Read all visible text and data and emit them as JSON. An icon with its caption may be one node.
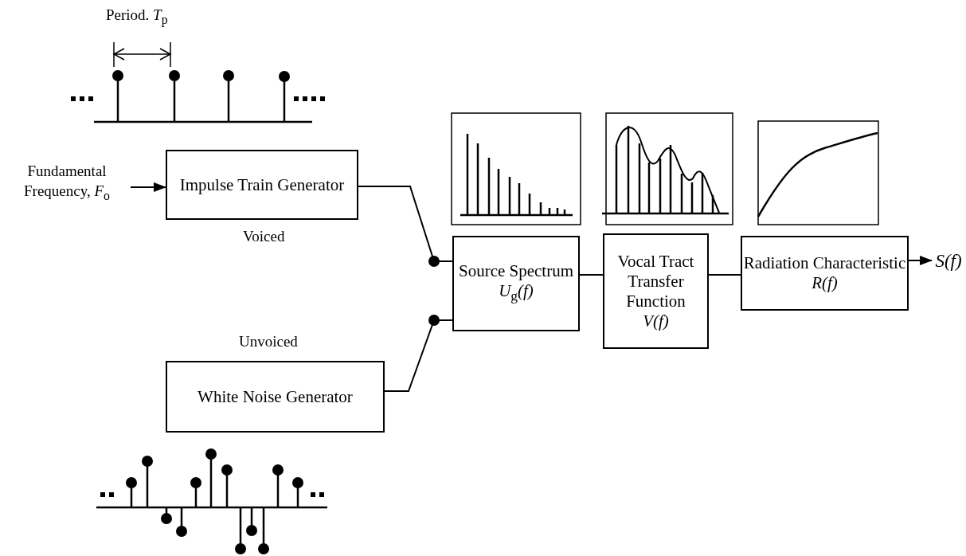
{
  "diagram": {
    "nodes": [
      {
        "text": [
          "Fundamental Frequency, *F*$_{o}$"
        ]
      },
      {
        "text": [
          "Impulse Train Generator"
        ],
        "beside": [
          "Voiced"
        ]
      },
      {
        "text": [
          "White Noise Generator"
        ],
        "beside": [
          "Unvoiced"
        ]
      },
      {
        "text": [
          "Source Spectrum",
          "*U*$_{g}$*(f)*"
        ]
      },
      {
        "text": [
          "Vocal Tract Transfer Function",
          "V(f)"
        ]
      },
      {
        "text": [
          "Radiation Characteristic",
          "R(f)"
        ]
      },
      {
        "text": [
          "S(f)"
        ]
      }
    ],
    "edges": [
      {
        "from": 0,
        "to": 1,
        "arrow": "to"
      },
      {
        "from": 1,
        "to": 3,
        "arrow": "other"
      },
      {
        "from": 2,
        "to": 3,
        "arrow": "other"
      },
      {
        "from": 3,
        "to": 4,
        "arrow": "none"
      },
      {
        "from": 4,
        "to": 5,
        "arrow": "none"
      },
      {
        "from": 5,
        "to": 6,
        "arrow": "to"
      }
    ],
    "labels": [
      "Period. *T*$_{p}$"
    ]
  }
}
